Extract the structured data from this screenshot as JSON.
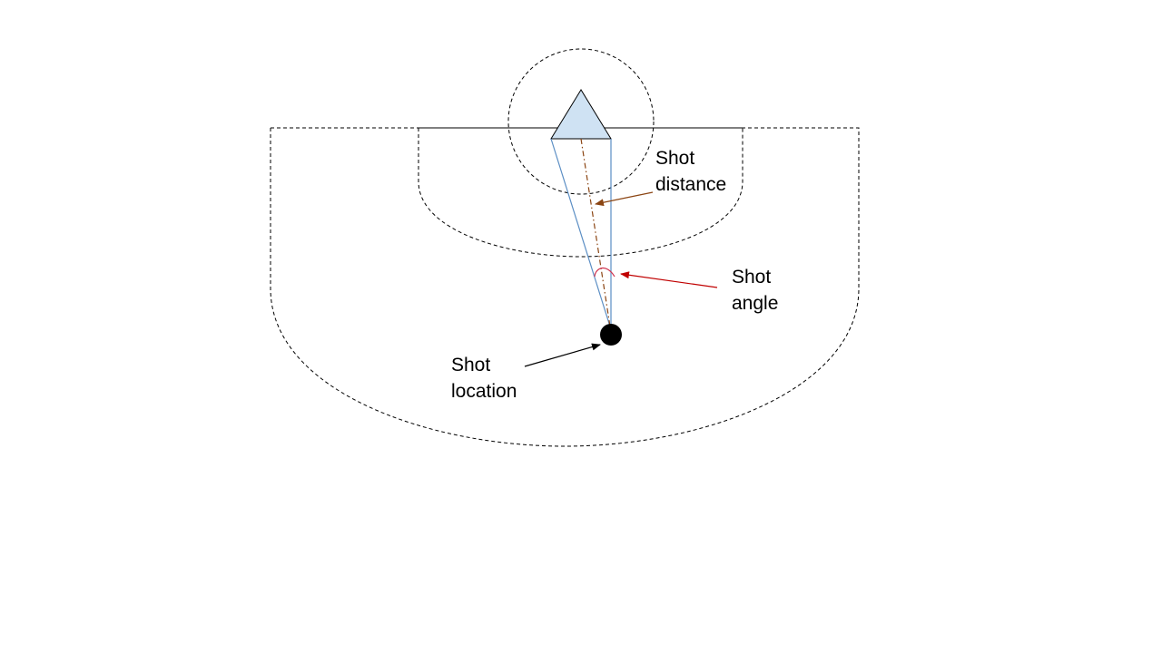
{
  "labels": {
    "shot_distance": [
      "Shot",
      "distance"
    ],
    "shot_angle": [
      "Shot",
      "angle"
    ],
    "shot_location": [
      "Shot",
      "location"
    ]
  },
  "colors": {
    "outline": "#000000",
    "goal_fill": "#cfe2f3",
    "angle_lines": "#5b8ec4",
    "distance_line": "#8b4513",
    "distance_arrow": "#8b4513",
    "angle_arc": "#d0314c",
    "angle_arrow": "#c00000",
    "location_arrow": "#000000",
    "ball": "#000000"
  },
  "icons": {
    "goal": "triangle-goal-icon",
    "ball": "shot-ball-icon"
  }
}
